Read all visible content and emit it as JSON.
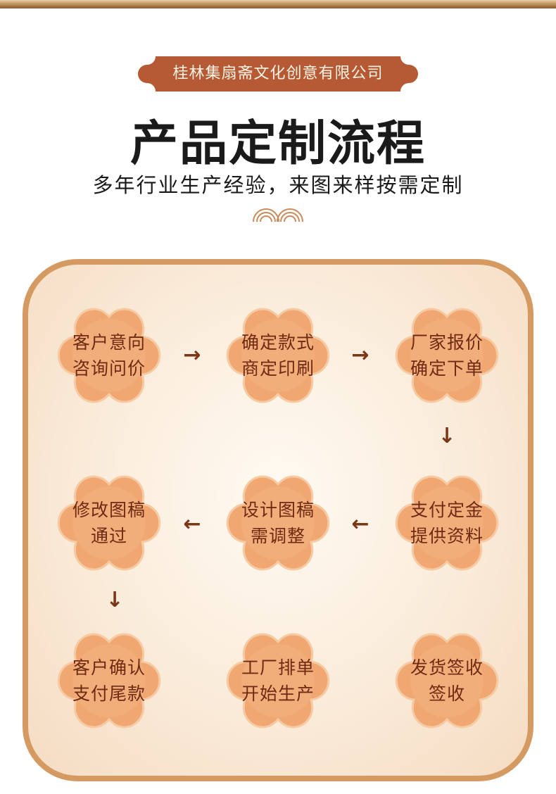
{
  "header": {
    "company": "桂林集扇斋文化创意有限公司",
    "title": "产品定制流程",
    "subtitle": "多年行业生产经验，来图来样按需定制"
  },
  "steps": [
    {
      "line1": "客户意向",
      "line2": "咨询问价"
    },
    {
      "line1": "确定款式",
      "line2": "商定印刷"
    },
    {
      "line1": "厂家报价",
      "line2": "确定下单"
    },
    {
      "line1": "支付定金",
      "line2": "提供资料"
    },
    {
      "line1": "设计图稿",
      "line2": "需调整"
    },
    {
      "line1": "修改图稿",
      "line2": "通过"
    },
    {
      "line1": "客户确认",
      "line2": "支付尾款"
    },
    {
      "line1": "工厂排单",
      "line2": "开始生产"
    },
    {
      "line1": "发货签收",
      "line2": "签收"
    }
  ],
  "arrows": {
    "right": "→",
    "left": "←",
    "down": "↓"
  },
  "colors": {
    "badge": "#b65a35",
    "step_fill": "#f0a771",
    "step_text": "#6e2b12",
    "arrow": "#7a3617",
    "frame": "#d59a61"
  },
  "icons": {
    "ornament": "concentric-arches-icon",
    "step_shape": "six-petal-flower"
  }
}
